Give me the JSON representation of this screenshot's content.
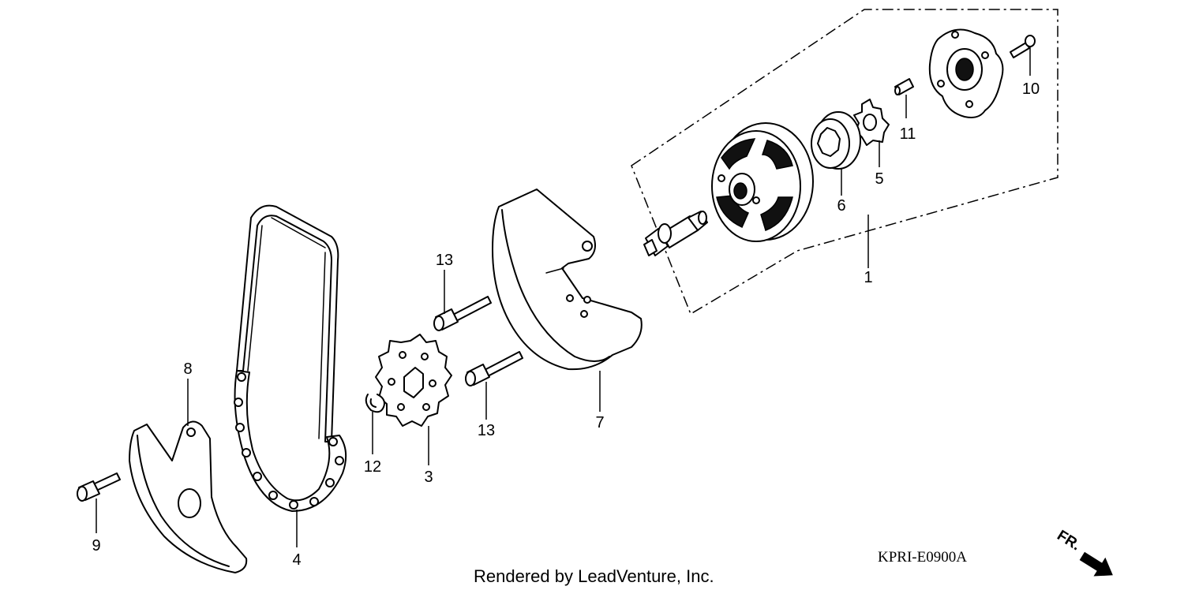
{
  "diagram": {
    "code": "KPRI-E0900A",
    "credit": "Rendered by LeadVenture, Inc.",
    "direction": "FR.",
    "callouts": {
      "c1": "1",
      "c3": "3",
      "c4": "4",
      "c5": "5",
      "c6": "6",
      "c7": "7",
      "c8": "8",
      "c9": "9",
      "c10": "10",
      "c11": "11",
      "c12": "12",
      "c13a": "13",
      "c13b": "13"
    }
  }
}
